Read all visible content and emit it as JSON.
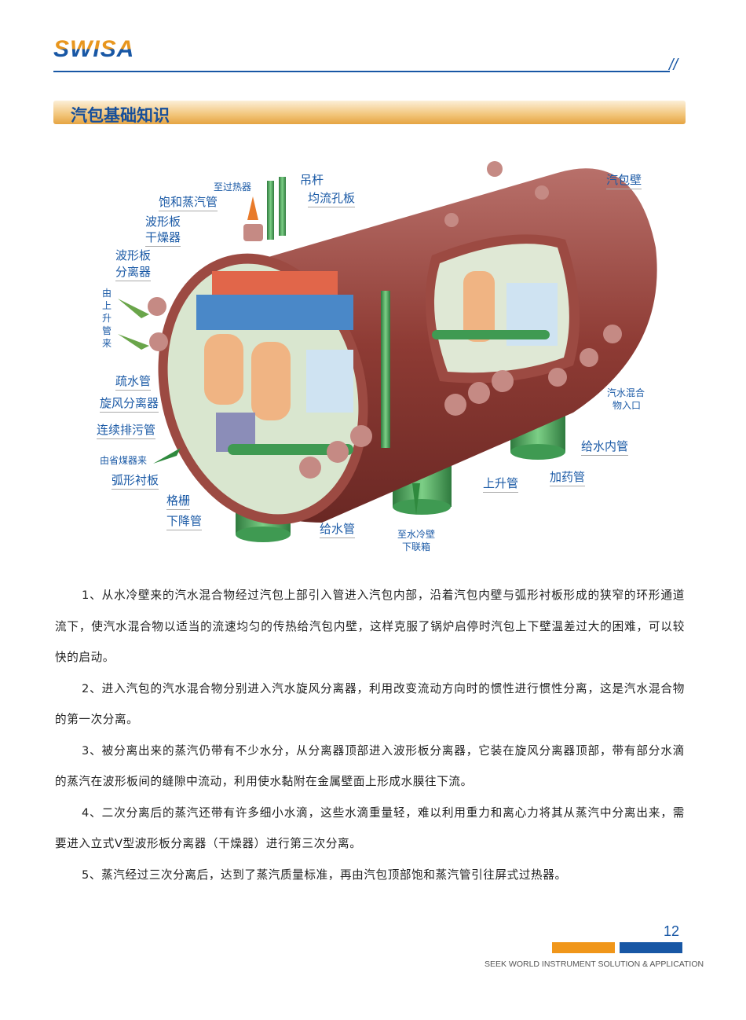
{
  "header": {
    "logo": "SWISA",
    "slash": "//"
  },
  "section_title": "汽包基础知识",
  "diagram": {
    "labels": {
      "to_superheater": "至过热器",
      "saturated_steam_pipe": "饱和蒸汽管",
      "hanger_rod": "吊杆",
      "perforated_plate": "均流孔板",
      "drum_wall": "汽包壁",
      "corrugated_dryer_1": "波形板",
      "corrugated_dryer_2": "干燥器",
      "corrugated_separator_1": "波形板",
      "corrugated_separator_2": "分离器",
      "from_risers": "由上升管来",
      "drain_pipe": "疏水管",
      "cyclone_separator": "旋风分离器",
      "continuous_blowdown": "连续排污管",
      "from_economizer": "由省煤器来",
      "arc_liner": "弧形衬板",
      "grille": "格栅",
      "downcomer": "下降管",
      "feedwater_pipe": "给水管",
      "to_waterwall_1": "至水冷壁",
      "to_waterwall_2": "下联箱",
      "riser": "上升管",
      "dosing_pipe": "加药管",
      "feedwater_inner_pipe": "给水内管",
      "mixture_inlet_1": "汽水混合",
      "mixture_inlet_2": "物入口"
    }
  },
  "paragraphs": [
    "1、从水冷壁来的汽水混合物经过汽包上部引入管进入汽包内部，沿着汽包内壁与弧形衬板形成的狭窄的环形通道流下，使汽水混合物以适当的流速均匀的传热给汽包内壁，这样克服了锅炉启停时汽包上下壁温差过大的困难，可以较快的启动。",
    "2、进入汽包的汽水混合物分别进入汽水旋风分离器，利用改变流动方向时的惯性进行惯性分离，这是汽水混合物的第一次分离。",
    "3、被分离出来的蒸汽仍带有不少水分，从分离器顶部进入波形板分离器，它装在旋风分离器顶部，带有部分水滴的蒸汽在波形板间的缝隙中流动，利用使水黏附在金属壁面上形成水膜往下流。",
    "4、二次分离后的蒸汽还带有许多细小水滴，这些水滴重量轻，难以利用重力和离心力将其从蒸汽中分离出来，需要进入立式V型波形板分离器（干燥器）进行第三次分离。",
    "5、蒸汽经过三次分离后，达到了蒸汽质量标准，再由汽包顶部饱和蒸汽管引往屏式过热器。"
  ],
  "footer": {
    "page_number": "12",
    "tagline": "SEEK WORLD INSTRUMENT SOLUTION & APPLICATION"
  },
  "colors": {
    "brand_blue": "#1857a5",
    "brand_orange": "#f0961a",
    "drum": "#8e3b34",
    "pipe_green": "#3f9a52"
  }
}
